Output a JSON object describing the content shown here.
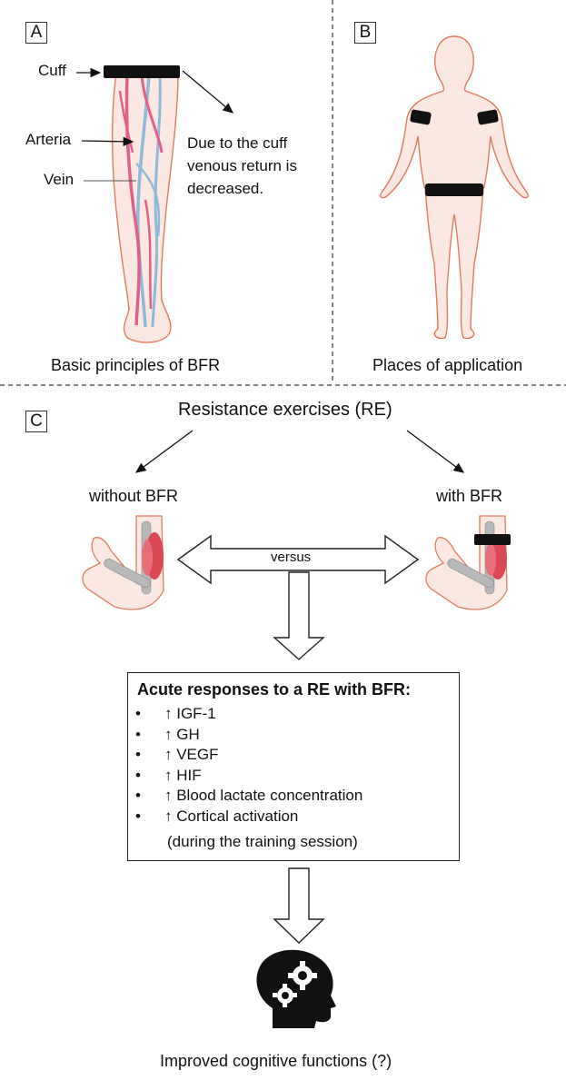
{
  "panels": {
    "a_label": "A",
    "b_label": "B",
    "c_label": "C"
  },
  "panel_a": {
    "cuff": "Cuff",
    "arteria": "Arteria",
    "vein": "Vein",
    "note_line1": "Due to the cuff",
    "note_line2": "venous return is",
    "note_line3": "decreased.",
    "caption": "Basic principles of BFR"
  },
  "panel_b": {
    "caption": "Places of application"
  },
  "panel_c": {
    "title": "Resistance exercises (RE)",
    "without": "without BFR",
    "with": "with BFR",
    "versus": "versus",
    "box_title": "Acute responses to a RE with BFR:",
    "responses": [
      "↑ IGF-1",
      "↑ GH",
      "↑ VEGF",
      "↑ HIF",
      "↑ Blood lactate concentration",
      "↑ Cortical activation"
    ],
    "responses_note": "(during the training session)",
    "bullet": "•",
    "outcome": "Improved cognitive functions (?)"
  },
  "colors": {
    "skin_fill": "#fbe8e2",
    "skin_stroke": "#e07a5f",
    "artery": "#e0608a",
    "vein": "#8fb8d9",
    "cuff": "#111111",
    "muscle": "#d94a55",
    "bone": "#b8b8b8"
  },
  "icons": {
    "head": "head-with-gears-icon"
  }
}
